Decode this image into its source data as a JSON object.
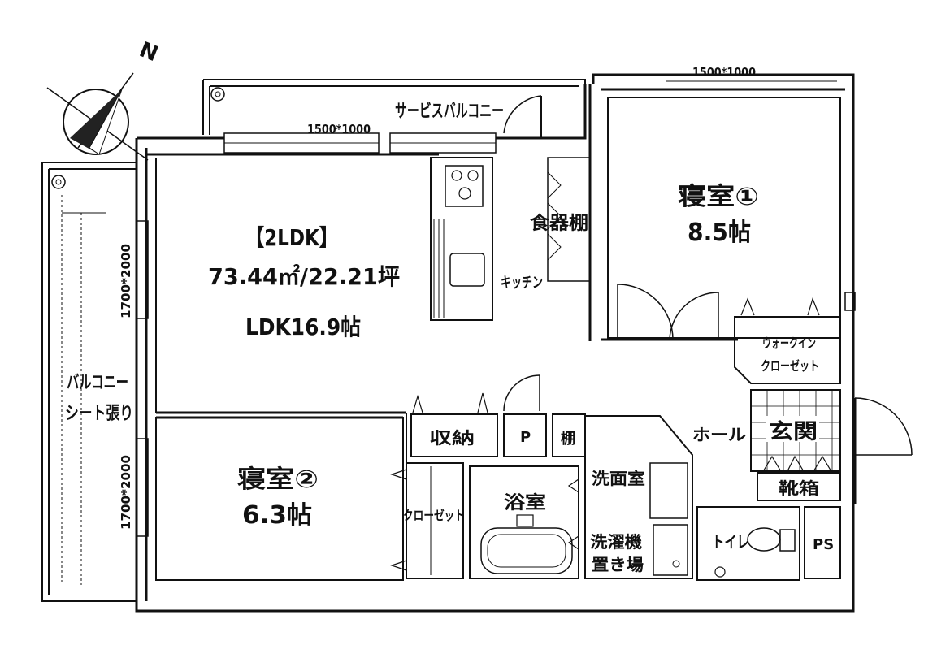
{
  "compass": {
    "north_label": "N"
  },
  "summary": {
    "type": "【2LDK】",
    "area": "73.44㎡/22.21坪",
    "ldk": "LDK16.9帖"
  },
  "rooms": {
    "bedroom1": {
      "name": "寝室①",
      "size": "8.5帖"
    },
    "bedroom2": {
      "name": "寝室②",
      "size": "6.3帖"
    },
    "kitchen": "キッチン",
    "dish_shelf": "食器棚",
    "walk_in_closet": [
      "ウォークイン",
      "クローゼット"
    ],
    "entrance": "玄関",
    "shoe_box": "靴箱",
    "hall": "ホール",
    "storage": "収納",
    "p": "P",
    "shelf": "棚",
    "washroom": "洗面室",
    "bathroom": "浴室",
    "closet": "クローゼット",
    "laundry": [
      "洗濯機",
      "置き場"
    ],
    "toilet": "トイレ",
    "ps": "PS"
  },
  "balconies": {
    "service_balcony": "サービスバルコニー",
    "balcony": [
      "バルコニー",
      "シート張り"
    ]
  },
  "window_dims": {
    "top_left": "1500*1000",
    "top_right": "1500*1000",
    "left_upper": "1700*2000",
    "left_lower": "1700*2000"
  }
}
